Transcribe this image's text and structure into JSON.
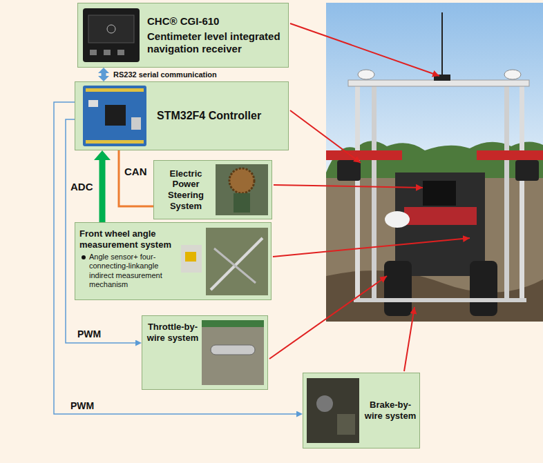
{
  "diagram": {
    "nodes": [
      {
        "text": [
          "CHC® CGI-610",
          "Centimeter level integrated navigation receiver"
        ]
      },
      {
        "text": [
          "STM32F4 Controller"
        ]
      },
      {
        "text": [
          "Electric Power Steering System"
        ]
      },
      {
        "text": [
          "Front wheel angle measurement system",
          "Angle sensor+ four-connecting-linkangle indirect measurement mechanism"
        ]
      },
      {
        "text": [
          "Throttle-by-wire system"
        ]
      },
      {
        "text": [
          "Brake-by-wire system"
        ]
      }
    ],
    "edges": [
      {
        "from": 0,
        "to": 1,
        "arrow": "both",
        "label": "RS232 serial communication"
      },
      {
        "from": 3,
        "to": 1,
        "arrow": "to",
        "label": "ADC"
      },
      {
        "from": 1,
        "to": 2,
        "arrow": "none",
        "label": "CAN"
      },
      {
        "from": 1,
        "to": 4,
        "arrow": "to",
        "label": "PWM"
      },
      {
        "from": 1,
        "to": 5,
        "arrow": "to",
        "label": "PWM"
      }
    ]
  }
}
